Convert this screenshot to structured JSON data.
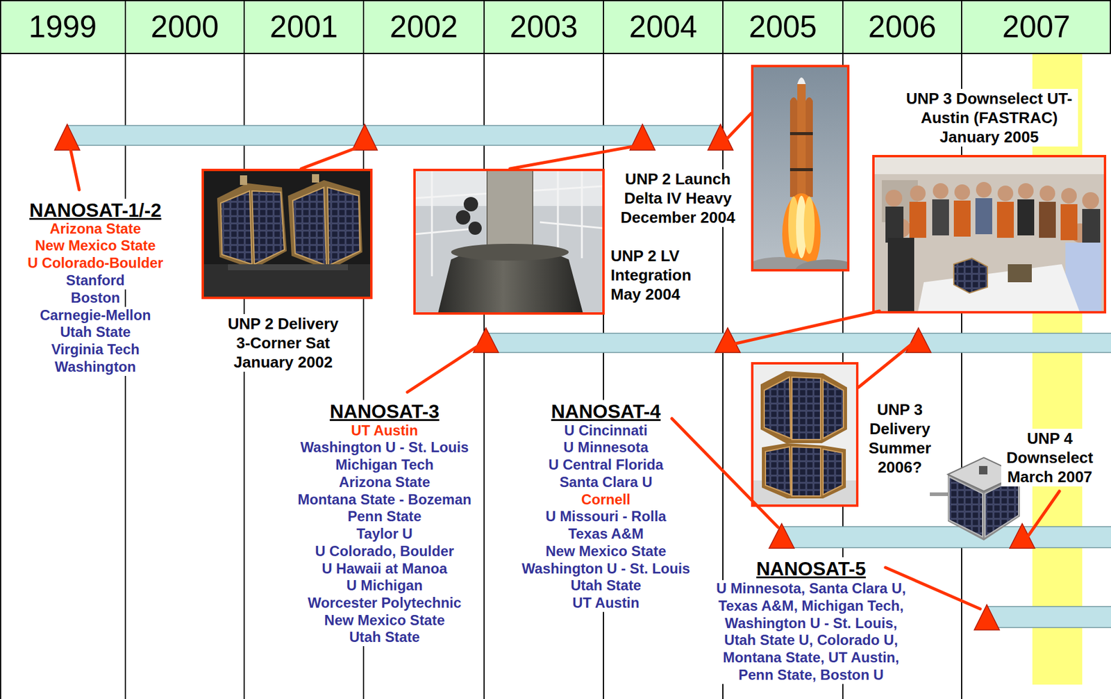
{
  "diagram": {
    "labels": [
      "1999",
      "2000",
      "2001",
      "2002",
      "2003",
      "2004",
      "2005",
      "2006",
      "2007",
      "UNP 3 Downselect UT-Austin (FASTRAC) January 2005",
      "UNP 2 Launch Delta IV Heavy December 2004",
      "NANOSAT-1/-2",
      "Arizona State",
      "New Mexico State",
      "U Colorado-Boulder",
      "Stanford",
      "Boston",
      "Carnegie-Mellon",
      "Utah State",
      "Virginia Tech",
      "Washington",
      "UNP 2 LV Integration May 2004",
      "UNP 2 Delivery 3-Corner Sat January 2002",
      "NANOSAT-3",
      "UT Austin",
      "Washington U - St. Louis",
      "Michigan Tech",
      "Arizona State",
      "Montana State - Bozeman",
      "Penn State",
      "Taylor U",
      "U Colorado, Boulder",
      "U Hawaii at Manoa",
      "U Michigan",
      "Worcester Polytechnic",
      "New Mexico State",
      "Utah State",
      "NANOSAT-4",
      "U Cincinnati",
      "U Minnesota",
      "U Central Florida",
      "Santa Clara U",
      "Cornell",
      "U Missouri - Rolla",
      "Texas A&M",
      "New Mexico State",
      "Washington U - St. Louis",
      "Utah State",
      "UT Austin",
      "UNP 3 Delivery Summer 2006?",
      "UNP 4 Downselect March 2007",
      "NANOSAT-5",
      "U Minnesota, Santa Clara U, Texas A&M, Michigan Tech, Washington U - St. Louis, Utah State U, Colorado U, Montana State, UT Austin, Penn State, Boston U"
    ]
  }
}
